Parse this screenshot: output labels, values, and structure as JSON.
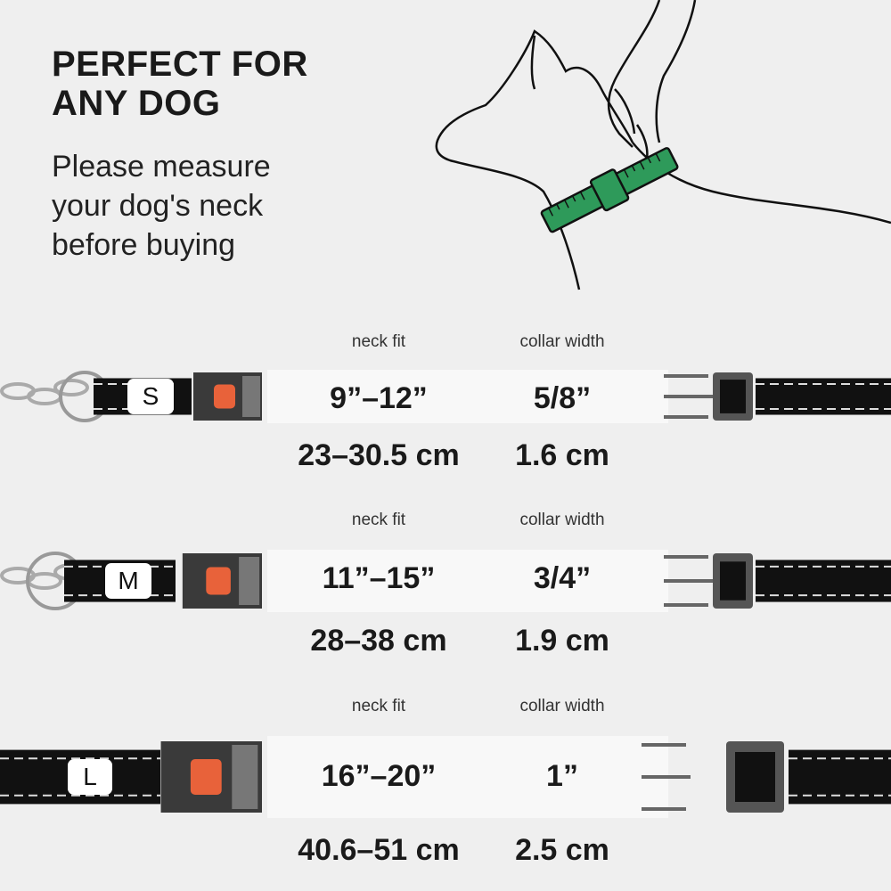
{
  "heading": {
    "line1": "PERFECT FOR",
    "line2": "ANY DOG"
  },
  "subtitle": {
    "line1": "Please measure",
    "line2": "your dog's neck",
    "line3": "before buying"
  },
  "labels": {
    "neck_fit": "neck fit",
    "collar_width": "collar width"
  },
  "sizes": [
    {
      "size": "S",
      "neck_in": "9”–12”",
      "neck_cm": "23–30.5 cm",
      "width_in": "5/8”",
      "width_cm": "1.6 cm"
    },
    {
      "size": "M",
      "neck_in": "11”–15”",
      "neck_cm": "28–38 cm",
      "width_in": "3/4”",
      "width_cm": "1.9 cm"
    },
    {
      "size": "L",
      "neck_in": "16”–20”",
      "neck_cm": "40.6–51 cm",
      "width_in": "1”",
      "width_cm": "2.5 cm"
    }
  ],
  "colors": {
    "measure_tape": "#2e9a5a",
    "button": "#e8623a",
    "strap": "#111111"
  }
}
